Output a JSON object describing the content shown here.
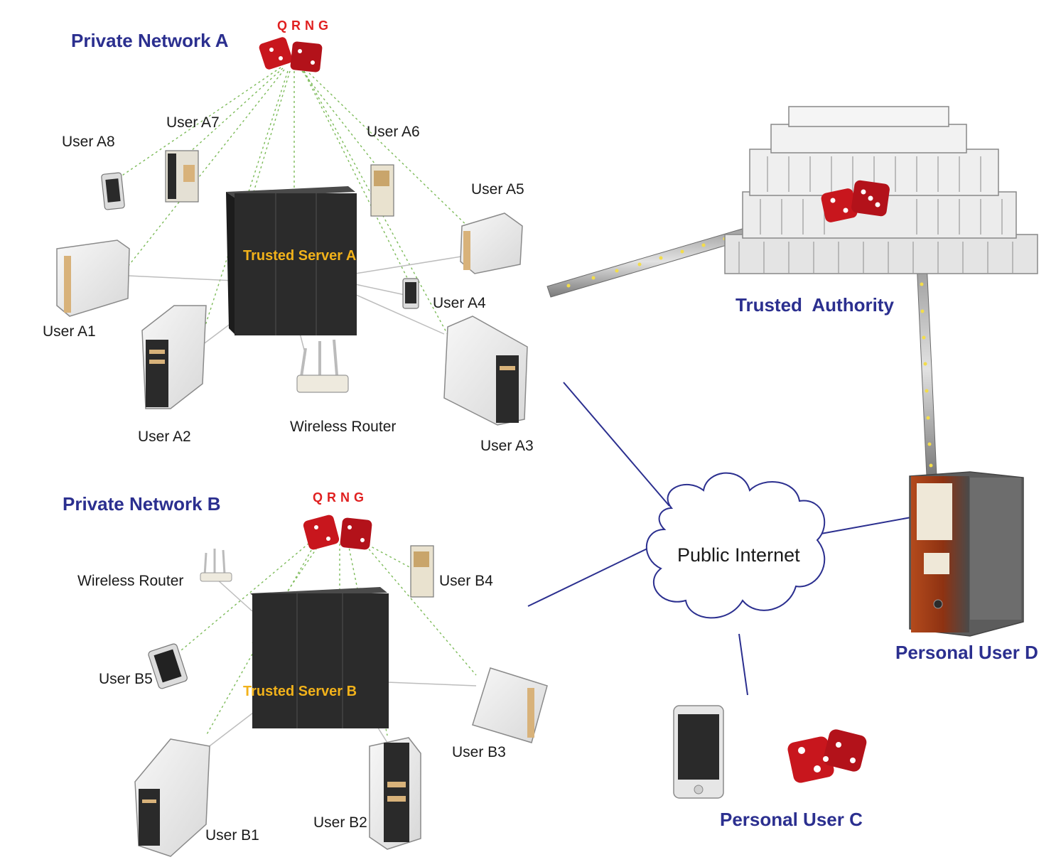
{
  "network_a": {
    "title": "Private Network A",
    "qrng": "QRNG",
    "server": "Trusted Server A",
    "router": "Wireless Router",
    "users": [
      "User A1",
      "User A2",
      "User A3",
      "User A4",
      "User A5",
      "User A6",
      "User A7",
      "User A8"
    ]
  },
  "network_b": {
    "title": "Private Network B",
    "qrng": "QRNG",
    "server": "Trusted Server B",
    "router": "Wireless Router",
    "users": [
      "User B1",
      "User B2",
      "User B3",
      "User B4",
      "User B5"
    ]
  },
  "authority": {
    "label": "Trusted  Authority"
  },
  "internet": {
    "label": "Public Internet"
  },
  "personal_c": {
    "label": "Personal User C"
  },
  "personal_d": {
    "label": "Personal User D"
  },
  "colors": {
    "title": "#2b2f8f",
    "qrng": "#e02020",
    "server_text": "#f2b21a",
    "ket_line": "#7dbb5a",
    "dice": "#c8161d"
  }
}
